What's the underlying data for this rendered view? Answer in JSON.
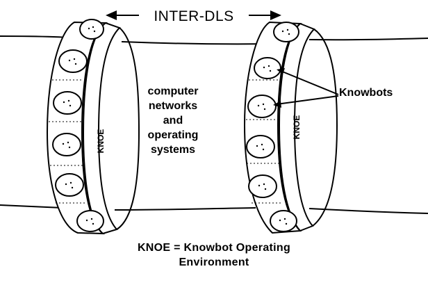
{
  "diagram": {
    "title": "INTER-DLS",
    "center_text": [
      "computer",
      "networks",
      "and",
      "operating",
      "systems"
    ],
    "knowbots_label": "Knowbots",
    "ring_label_left": "KNOE",
    "ring_label_right": "KNOE",
    "caption": [
      "KNOE = Knowbot Operating",
      "Environment"
    ]
  }
}
